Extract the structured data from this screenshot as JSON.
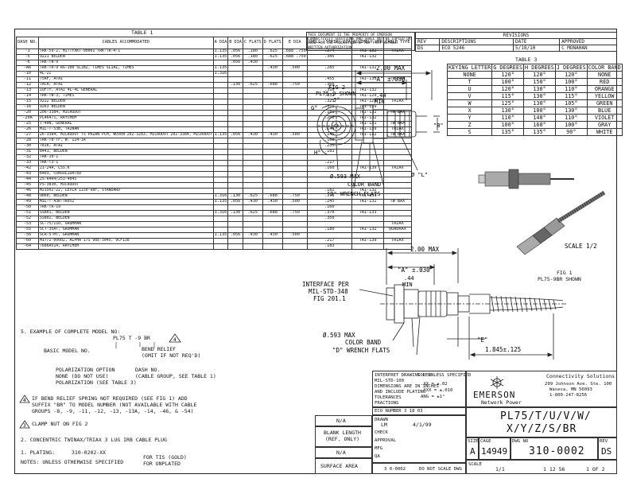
{
  "table1": {
    "title": "TABLE 1",
    "headers": [
      "DASH NO.",
      "CABLES ACCOMMODATED",
      "A DIA",
      "B DIA",
      "C FLATS",
      "D FLATS",
      "E DIA",
      "SHELL (STRIP) DIA",
      "ASSEMBLY PER",
      "CABLE TYPE"
    ],
    "rows": [
      [
        "-1",
        "TRK-59-2, MITTYXKT-00001  TRK-TR-4-1",
        "1.135",
        ".056",
        ".180",
        ".625",
        ".688",
        ".750",
        ".274",
        "TAI-132",
        "TRIAX"
      ],
      [
        "-5",
        "9221 BELDEN",
        "1.135",
        ".056",
        ".180",
        ".625",
        ".688",
        ".750",
        ".345",
        "TAI-132",
        ""
      ],
      [
        "-6",
        "TRK-TN-9",
        "",
        ".056",
        ".430",
        "",
        "",
        "",
        "",
        "",
        ""
      ],
      [
        "-A6",
        "TRK-TR-9  RG-108  SL1BZ, TIMES  SL1AZ, TIMES",
        "1.135",
        "",
        "",
        ".430",
        ".500",
        "",
        ".285",
        "TAI-132",
        ""
      ],
      [
        "-10",
        "4L-2I",
        "1.316",
        "",
        "",
        "",
        "",
        "",
        "",
        "",
        ""
      ],
      [
        "-11",
        "75AF, ATAI",
        "",
        "",
        "",
        "",
        "",
        "",
        ".455",
        "TAI-133",
        "TW BAX"
      ],
      [
        "-12",
        "7ACA, ATAI",
        "",
        ".130",
        ".625",
        ".688",
        ".750",
        "",
        ".360",
        "",
        ""
      ],
      [
        "-13",
        "IQFTY, ATAI  4L-4L GENERAL",
        "",
        "",
        "",
        "",
        "",
        "",
        ".310",
        "TAI-132",
        ""
      ],
      [
        "-14",
        "TRK-TW-3, TIMES",
        "",
        "",
        "",
        "",
        "",
        "",
        ".332",
        "TAI-129",
        ""
      ],
      [
        "-15",
        "9222 BELDEN",
        "",
        "",
        "",
        "",
        "",
        "",
        ".325",
        "TAI-129",
        "TRIAX"
      ],
      [
        "-16",
        "9263 BELDEN",
        "",
        "",
        "",
        "",
        "",
        "",
        ".310",
        "TAI-129",
        ""
      ],
      [
        "-20",
        "206-3384, MICRODOT",
        "",
        "",
        "",
        "",
        "",
        "",
        ".181",
        "TAI-132",
        "TW BAX"
      ],
      [
        "-20A",
        "PL46471, RAYCHEM",
        "",
        "",
        "",
        "",
        "",
        "",
        ".200",
        "TAI-132",
        ""
      ],
      [
        "-25",
        "T-40N, GENERAL",
        "",
        "",
        "",
        "",
        "",
        "",
        "",
        "TAI-131",
        "TW BAX"
      ],
      [
        "-26",
        "MIL-T-53B, TAIWAN",
        "",
        "",
        "",
        "",
        "",
        "",
        ".144",
        "TAI-139",
        "TRIAX"
      ],
      [
        "-27",
        "26-3384, MICRODOT  TS PRZAN PCM, WOVEN  202-3283, MICRODOT  202-3384, MICRODOT",
        "1.135",
        ".056",
        ".430",
        ".430",
        ".500",
        "",
        ".145",
        "TAI-132",
        "TW BAX"
      ],
      [
        "-28",
        "TRK-T8-TF, W. 124-1A",
        "",
        "",
        "",
        "",
        "",
        "",
        ".160",
        "",
        ""
      ],
      [
        "-30",
        "7816, ATAI",
        "",
        "",
        "",
        "",
        "",
        "",
        ".235",
        "",
        ""
      ],
      [
        "-31",
        "8441, BELDEN",
        "",
        "",
        "",
        "",
        "",
        "",
        ".181",
        "",
        ""
      ],
      [
        "-32",
        "TRK-10-1",
        "",
        "",
        "",
        "",
        "",
        "",
        "",
        "",
        ""
      ],
      [
        "-33",
        "TRK-T3-1",
        "",
        "",
        "",
        "",
        "",
        "",
        ".217",
        "",
        ""
      ],
      [
        "-42",
        "21-24A, LSS.K",
        "",
        "",
        "",
        "",
        "",
        "",
        ".160",
        "TAI-139",
        "TRIAX"
      ],
      [
        "-43",
        "6403, CONSOLIDATED",
        "",
        "",
        "",
        "",
        "",
        "",
        "",
        "",
        ""
      ],
      [
        "-44",
        "2S-R4R4/253-4045",
        "",
        "",
        "",
        "",
        "",
        "",
        "",
        "",
        ""
      ],
      [
        "-45",
        "PS-3830, MICRODOT",
        "",
        "",
        "",
        "",
        "",
        "",
        "",
        "",
        ""
      ],
      [
        "-46",
        "MJ1502-22, LEVIA  1150-98F, STANDARD",
        "",
        "",
        "",
        "",
        "",
        "",
        ".182",
        "TAI-132",
        ""
      ],
      [
        "-48",
        "9860, BELDEN",
        "1.316",
        ".130",
        ".625",
        ".688",
        ".750",
        "",
        ".375",
        "TAI-133",
        ""
      ],
      [
        "-49",
        "MIL-T-43R-TR052",
        "1.135",
        ".056",
        ".430",
        ".430",
        ".500",
        "",
        ".245",
        "TAI-132",
        "TW BAX"
      ],
      [
        "-50",
        "TRK-TR-19",
        "",
        "",
        "",
        "",
        "",
        "",
        ".160",
        "",
        ""
      ],
      [
        "-51",
        "SS801, BELDEN",
        "1.316",
        ".130",
        ".625",
        ".688",
        ".750",
        "",
        ".370",
        "TAI-133",
        ""
      ],
      [
        "-52",
        "SS802, BELDEN",
        "",
        "",
        "",
        "",
        "",
        "",
        ".350",
        "",
        ""
      ],
      [
        "-53",
        "SC-75/11U, GRUMMAN",
        "",
        "",
        "",
        "",
        "",
        "",
        "",
        "",
        "TRIAX"
      ],
      [
        "-55",
        "5CT-35AT, GRUMMAN",
        "",
        "",
        "",
        "",
        "",
        "",
        ".180",
        "TAI-132",
        "QUADRAX"
      ],
      [
        "-56",
        "SCR-5-MT, GRUMMAN",
        "1.135",
        ".056",
        ".430",
        ".430",
        ".500",
        "",
        "",
        "",
        ""
      ],
      [
        "-60",
        "M17/2-00002, ALPHA 17S  98E-3045, 9CF138",
        "",
        "",
        "",
        "",
        "",
        "",
        ".217",
        "TAI-139",
        "TRIAX"
      ],
      [
        "-64",
        "7686A514, RAYCHEM",
        "",
        "",
        "",
        "",
        "",
        "",
        ".183",
        "",
        ""
      ]
    ]
  },
  "notes": {
    "n5": "5.  EXAMPLE OF COMPLETE MODEL NO:",
    "model": "PL75 T -9 BR",
    "basic": "BASIC MODEL NO.",
    "bend": "BEND RELIEF",
    "bend_sub": "(OMIT IF NOT REQ'D)",
    "polar": "POLARIZATION OPTION",
    "polar2": "NONE (DO NOT USE)",
    "polar3": "POLARIZATION (SEE TABLE 3)",
    "dash": "DASH NO.",
    "dash_sub": "(CABLE GROUP, SEE TABLE 1)",
    "n4a": "IF BEND RELIEF SPRING NOT REQUIRED (SEE FIG 1) ADD",
    "n4b": "SUFFIX \"BR\" TO MODEL NUMBER (NOT AVAILABLE WITH CABLE",
    "n4c": "GROUPS -8, -9, -11, -12, -13, -13A, -14, -46, & -54)",
    "n3": "CLAMP NUT ON FIG 2",
    "n2": "2.  CONCENTRIC TWINAX/TRIAX 3 LUG IRB CABLE PLUG",
    "n1": "1.  PLATING:",
    "n1v": "310-0202-XX",
    "n1a": "FOR TIS (GOLD)",
    "n1b": "FOR UNPLATED",
    "unless": "NOTES: UNLESS OTHERWISE SPECIFIED"
  },
  "revisions": {
    "title": "REVISIONS",
    "headers": [
      "REV",
      "DESCRIPTIONS",
      "DATE",
      "APPROVED"
    ],
    "row": [
      "DS",
      "ECO 5246",
      "5/18/10",
      "C MONAHAN"
    ]
  },
  "proprietary": "THIS DOCUMENT IS THE PROPERTY OF EMERSON CONNECTIVITY SOLUTIONS AND SHALL NOT BE COPIED OR USED FOR THE PRODUCTION OF ANY PART WITHOUT WRITTEN AUTHORIZATION",
  "table3": {
    "title": "TABLE 3",
    "headers": [
      "KEYING LETTER",
      "G DEGREES",
      "H DEGREES",
      "J DEGREES",
      "COLOR BAND"
    ],
    "rows": [
      [
        "NONE",
        "120°",
        "120°",
        "120°",
        "NONE"
      ],
      [
        "T",
        "100°",
        "150°",
        "100°",
        "RED"
      ],
      [
        "U",
        "120°",
        "130°",
        "110°",
        "ORANGE"
      ],
      [
        "V",
        "115°",
        "130°",
        "115°",
        "YELLOW"
      ],
      [
        "W",
        "125°",
        "130°",
        "105°",
        "GREEN"
      ],
      [
        "X",
        "130°",
        "100°",
        "130°",
        "BLUE"
      ],
      [
        "Y",
        "110°",
        "140°",
        "110°",
        "VIOLET"
      ],
      [
        "Z",
        "100°",
        "160°",
        "100°",
        "GRAY"
      ],
      [
        "S",
        "135°",
        "135°",
        "90°",
        "WHITE"
      ]
    ]
  },
  "fig2": {
    "label": "FIG 2",
    "sub": "PL75-9 SHOWN",
    "dim_max": "2.00 MAX",
    "dim_a": "\"A\" ±.030",
    "dim_44": ".44",
    "dim_min": "MIN",
    "g": "G°",
    "h": "H°",
    "j": "J°",
    "b": "\"B\"",
    "l": "Ø \"L\"",
    "d593": "Ø.593 MAX",
    "color": "COLOR BAND",
    "flats": "\"D\" WRENCH FLATS"
  },
  "fig1": {
    "label": "FIG 1",
    "sub": "PL75-9BR SHOWN",
    "scale": "SCALE 1/2",
    "dim_max": "2.00 MAX",
    "dim_a": "\"A\" ±.030",
    "dim_44": ".44",
    "dim_min": "MIN",
    "iface1": "INTERFACE PER",
    "iface2": "MIL-STD-348",
    "iface3": "FIG 201.1",
    "d593": "Ø.593 MAX",
    "color": "COLOR BAND",
    "flats": "\"D\" WRENCH FLATS",
    "e": "\"E\"",
    "len": "1.845±.125"
  },
  "titleblock": {
    "company": "Connectivity Solutions",
    "address1": "299 Johnson Ave. Ste. 100",
    "address2": "Waseca, MN 56093",
    "address3": "1-800-247-8256",
    "brand": "EMERSON",
    "brand_sub": "Network Power",
    "title1": "PL75/T/U/V/W/",
    "title2": "X/Y/Z/S/BR",
    "size_label": "SIZE",
    "size": "A",
    "cage_label": "CAGE",
    "cage": "14949",
    "dwg_label": "DWG NO",
    "dwg": "310-0002",
    "rev_label": "REV",
    "rev": "DS",
    "scale_label": "SCALE",
    "scale": "1/1",
    "date": "1 12 56",
    "sheet": "1 OF 2",
    "tol1": "INTERPRET DRAWING PER",
    "tol2": "MIL-STD-100",
    "tol3": "DIMENSIONS ARE IN INCHES",
    "tol4": "AND INCLUDE PLATING",
    "tol5": "TOLERANCES",
    "tol6": "FRACTIONS",
    "tol_title": "TOL UNLESS SPECIFIED",
    "tol_a": ".XX  = ±.02",
    "tol_b": ".XXX = ±.010",
    "tol_c": "ANG  = ±1°",
    "drawn": "DRAWN",
    "drawn_by": "LM",
    "drawn_date": "4/1/99",
    "check": "CHECK",
    "approval": "APPROVAL",
    "mfg": "MFG",
    "qa": "QA",
    "eco": "ECO NUMBER 3 18 03",
    "blank1": "BLANK LENGTH",
    "blank2": "(REF. ONLY)",
    "na1": "N/A",
    "na2": "N/A",
    "finish": "SURFACE AREA",
    "next": "3 0-0002",
    "donot": "DO NOT SCALE DWG"
  }
}
